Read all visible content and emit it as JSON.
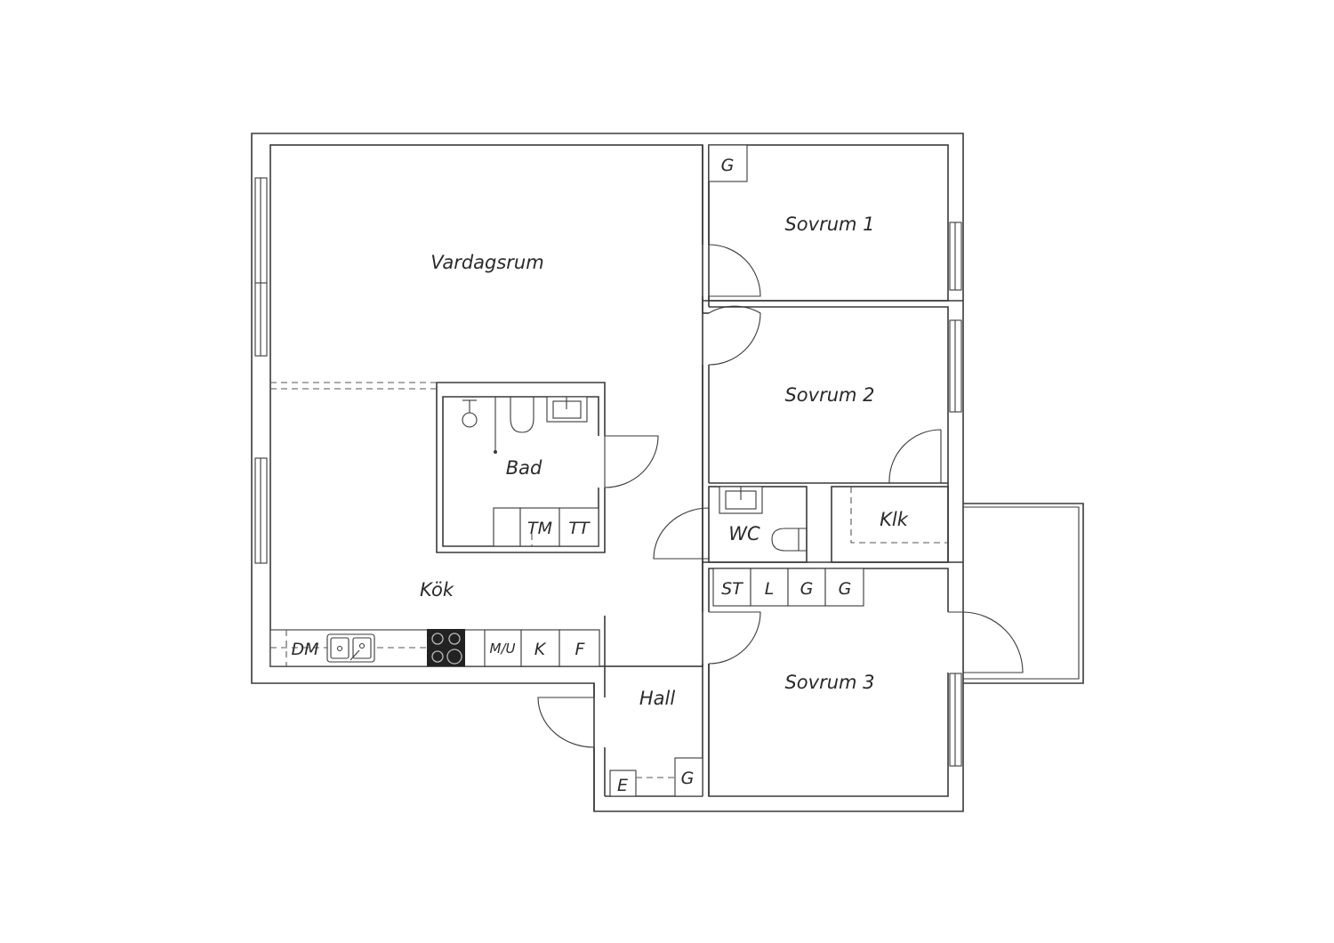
{
  "floor_plan": {
    "rooms": {
      "vardagsrum": "Vardagsrum",
      "sovrum1": "Sovrum 1",
      "sovrum2": "Sovrum 2",
      "sovrum3": "Sovrum 3",
      "bad": "Bad",
      "wc": "WC",
      "klk": "Klk",
      "kok": "Kök",
      "hall": "Hall"
    },
    "fixtures": {
      "g_sovrum1": "G",
      "tm": "TM",
      "tt": "TT",
      "st": "ST",
      "l": "L",
      "g1": "G",
      "g2": "G",
      "dm": "DM",
      "mu": "M/U",
      "k": "K",
      "f": "F",
      "e": "E",
      "g_hall": "G"
    }
  }
}
